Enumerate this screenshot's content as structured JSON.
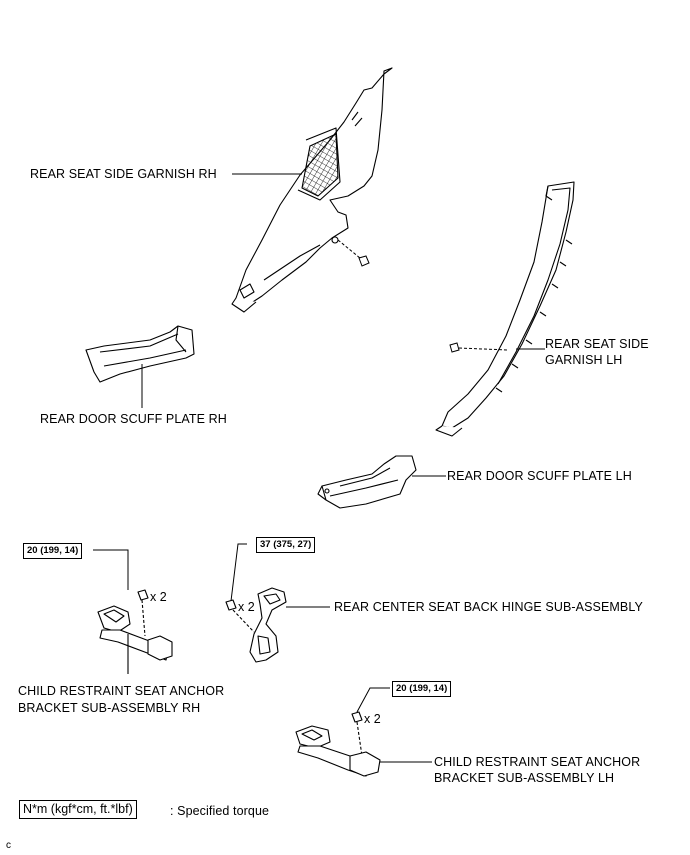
{
  "labels": {
    "garnish_rh": "REAR SEAT SIDE GARNISH RH",
    "garnish_lh_line1": "REAR SEAT SIDE",
    "garnish_lh_line2": "GARNISH LH",
    "scuff_rh": "REAR DOOR SCUFF PLATE RH",
    "scuff_lh": "REAR DOOR SCUFF PLATE LH",
    "hinge": "REAR CENTER SEAT BACK HINGE SUB-ASSEMBLY",
    "anchor_rh_line1": "CHILD RESTRAINT SEAT ANCHOR",
    "anchor_rh_line2": "BRACKET SUB-ASSEMBLY RH",
    "anchor_lh_line1": "CHILD RESTRAINT SEAT ANCHOR",
    "anchor_lh_line2": "BRACKET SUB-ASSEMBLY LH"
  },
  "torques": {
    "anchor_rh": "20 (199, 14)",
    "hinge": "37 (375, 27)",
    "anchor_lh": "20 (199, 14)"
  },
  "multipliers": {
    "anchor_rh": "x 2",
    "hinge": "x 2",
    "anchor_lh": "x 2"
  },
  "legend": {
    "unit": "N*m (kgf*cm, ft.*lbf)",
    "text": ": Specified torque"
  },
  "corner_mark": "c"
}
